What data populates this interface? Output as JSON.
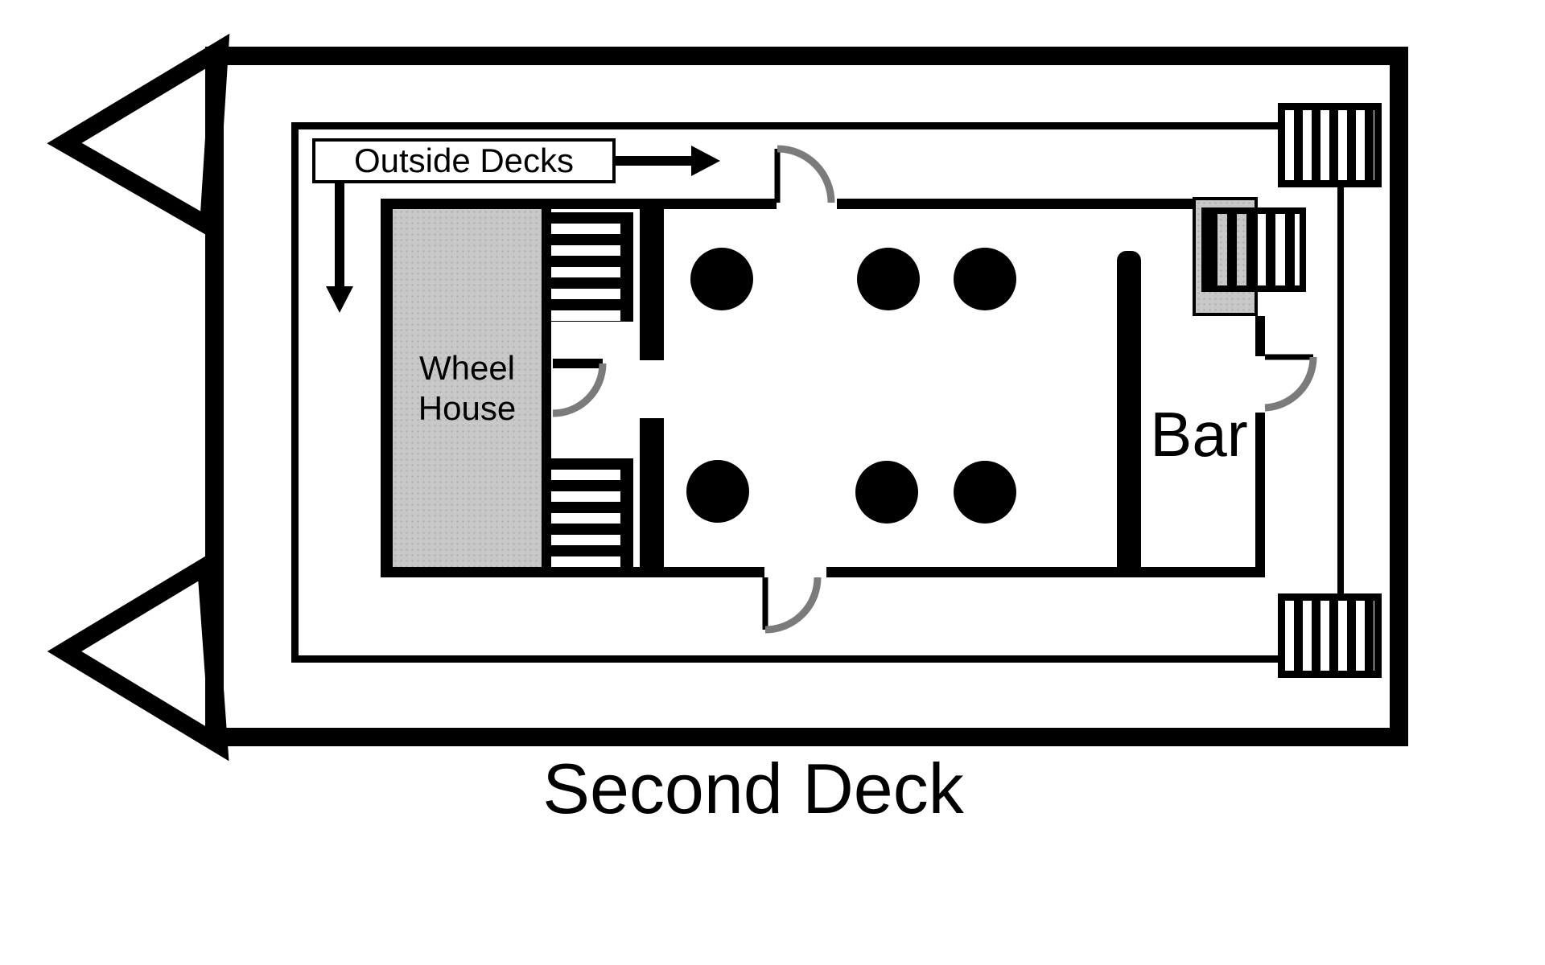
{
  "title": "Second Deck",
  "colors": {
    "ink": "#000000",
    "paper": "#ffffff",
    "room_fill": "#c8c8c8",
    "door_arc": "#7b7b7b"
  },
  "outside_decks": {
    "label": "Outside Decks"
  },
  "rooms": {
    "wheel_house": {
      "line1": "Wheel",
      "line2": "House"
    },
    "bar": {
      "label": "Bar"
    }
  },
  "plan": {
    "tables_count": 6,
    "doors_count": 4,
    "stairs_count": 5
  }
}
